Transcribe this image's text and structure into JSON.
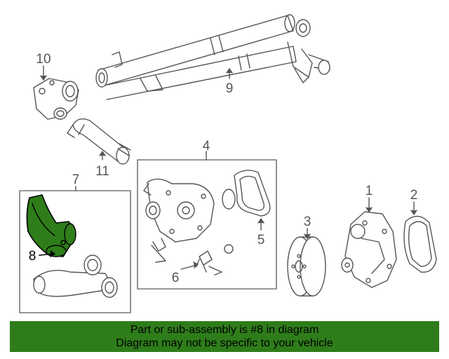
{
  "diagram": {
    "callouts": [
      {
        "id": "1",
        "label": "1"
      },
      {
        "id": "2",
        "label": "2"
      },
      {
        "id": "3",
        "label": "3"
      },
      {
        "id": "4",
        "label": "4"
      },
      {
        "id": "5",
        "label": "5"
      },
      {
        "id": "6",
        "label": "6"
      },
      {
        "id": "7",
        "label": "7"
      },
      {
        "id": "8",
        "label": "8"
      },
      {
        "id": "9",
        "label": "9"
      },
      {
        "id": "10",
        "label": "10"
      },
      {
        "id": "11",
        "label": "11"
      }
    ],
    "highlighted_part": "8",
    "colors": {
      "line": "#555555",
      "highlight": "#2e7d1a",
      "banner": "#2e7d1a"
    }
  },
  "banner": {
    "line1": "Part or sub-assembly is #8 in diagram",
    "line2": "Diagram may not be specific to your vehicle"
  }
}
